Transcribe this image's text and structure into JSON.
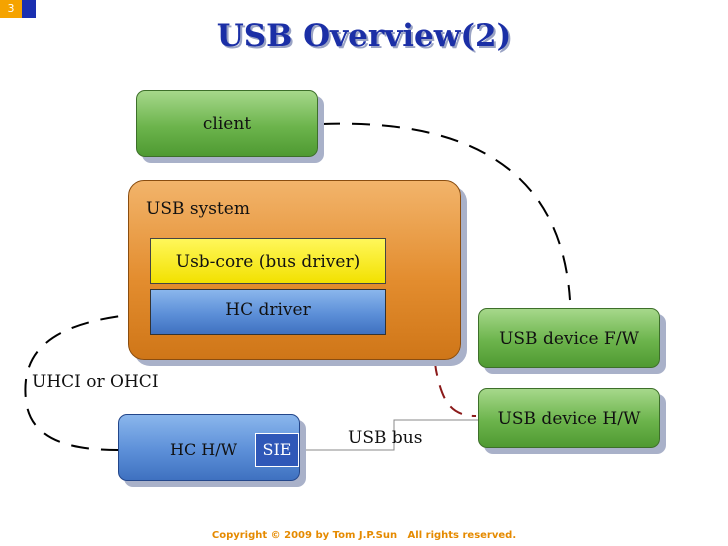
{
  "slide": {
    "page_number": "3",
    "title": "USB Overview(2)",
    "copyright": "Copyright © 2009 by Tom J.P.Sun   All rights reserved."
  },
  "diagram": {
    "client": "client",
    "usb_system": "USB system",
    "usb_core": "Usb-core (bus driver)",
    "hc_driver": "HC driver",
    "usb_device_fw": "USB device F/W",
    "usb_device_hw": "USB device H/W",
    "hc_hw": "HC H/W",
    "sie": "SIE",
    "uhci_ohci": "UHCI or OHCI",
    "usb_bus": "USB bus"
  },
  "colors": {
    "title": "#1b2fa6",
    "client_box": "#6cb44c",
    "usb_system_box": "#e38d2f",
    "usb_core_box": "#f2e100",
    "hc_driver_box": "#5c8fd8",
    "device_box": "#6cb44c",
    "hc_hw_box": "#5c8fd8",
    "sie_box": "#2f58b8",
    "connector_dashed": "#000000",
    "core_link_dashed": "#8b1a1a",
    "copyright": "#e58a00"
  }
}
